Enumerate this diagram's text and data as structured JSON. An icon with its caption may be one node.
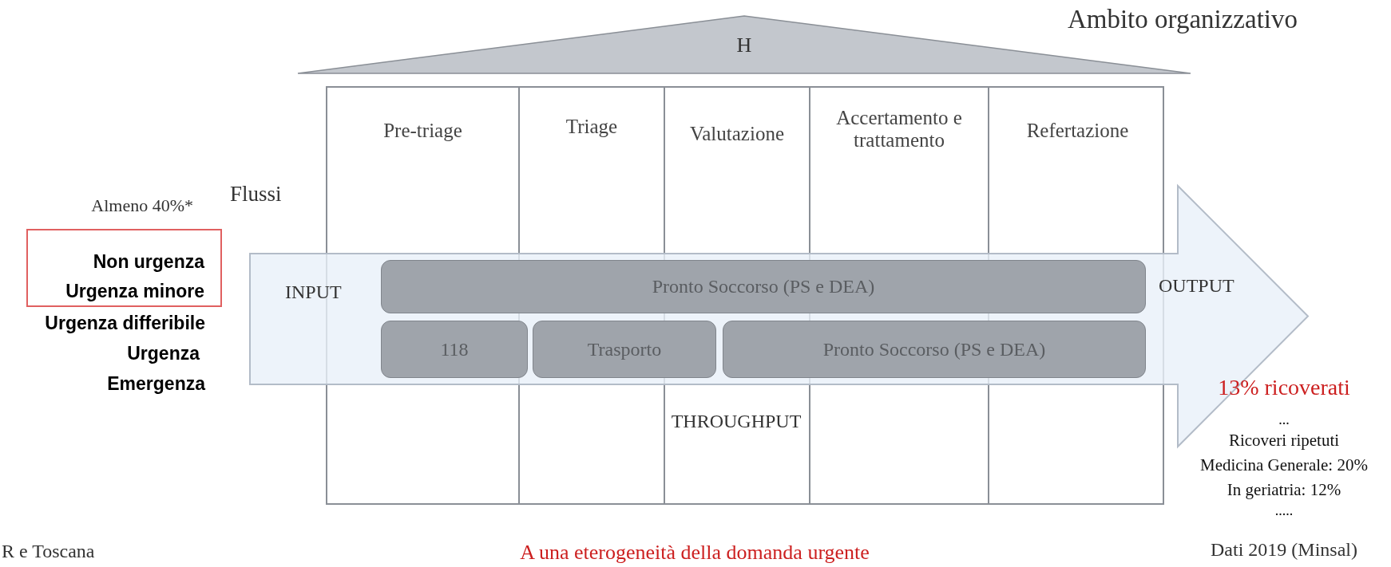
{
  "diagram": {
    "nodes": [
      {
        "text": [
          "H"
        ]
      },
      {
        "text": [],
        "shape": "box"
      },
      {
        "text": [
          "Pre-triage"
        ],
        "in": 1
      },
      {
        "text": [
          "Triage"
        ],
        "in": 1
      },
      {
        "text": [
          "Valutazione"
        ],
        "in": 1
      },
      {
        "text": [
          "Accertamento e trattamento"
        ],
        "in": 1
      },
      {
        "text": [
          "Refertazione"
        ],
        "in": 1
      },
      {
        "text": [
          "Non urgenza",
          "Urgenza minore"
        ]
      },
      {
        "text": [
          "INPUT",
          "OUTPUT"
        ]
      },
      {
        "text": [
          "Pronto Soccorso (PS e DEA)"
        ]
      },
      {
        "text": [
          "118"
        ]
      },
      {
        "text": [
          "Trasporto"
        ]
      },
      {
        "text": [
          "Pronto Soccorso (PS e DEA)"
        ]
      }
    ],
    "labels": [
      "Ambito organizzativo",
      "Flussi",
      "Almeno 40%*",
      "Urgenza differibile",
      "Urgenza",
      "Emergenza",
      "THROUGHPUT",
      "13% ricoverati",
      "...",
      "Ricoveri ripetuti",
      "Medicina Generale: 20%",
      "In geriatria: 12%",
      ".....",
      "R e Toscana",
      "A una eterogeneità della domanda urgente",
      "Dati 2019 (Minsal)"
    ]
  }
}
